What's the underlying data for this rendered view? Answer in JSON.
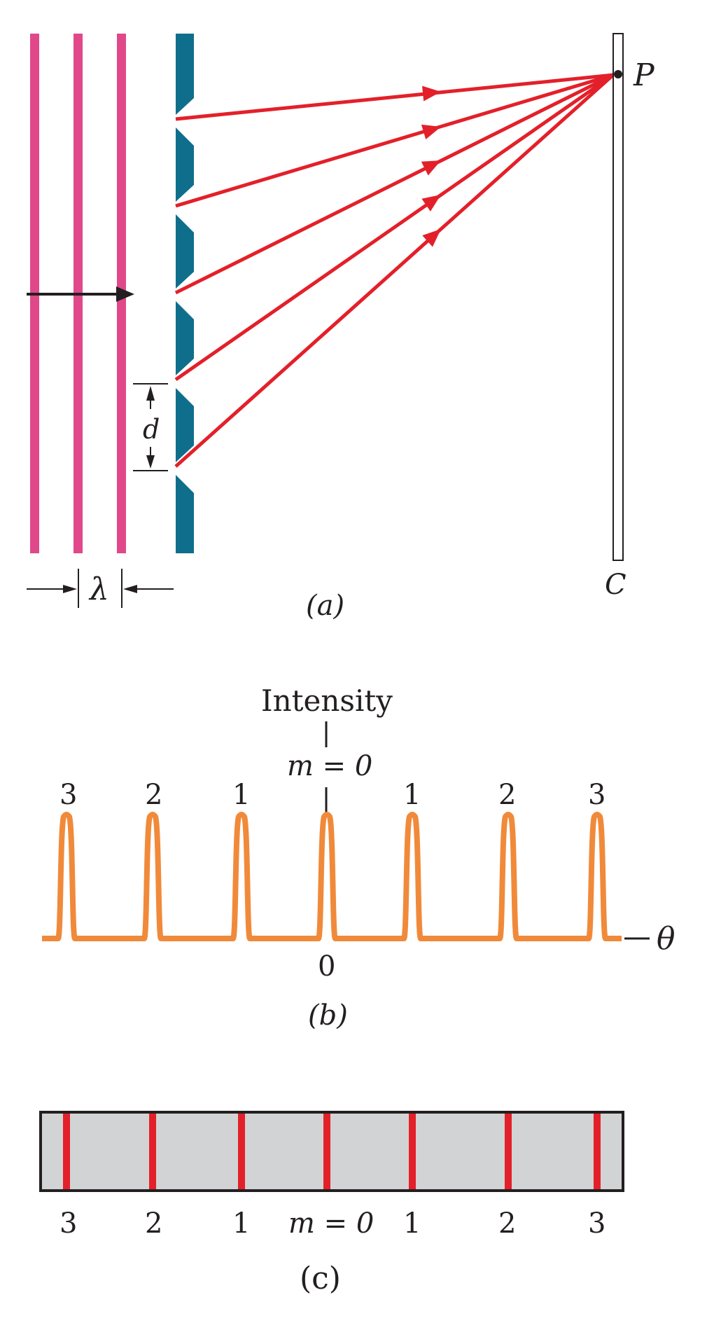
{
  "colors": {
    "wavefront": "#e0488a",
    "grating": "#0f6e8c",
    "ray": "#e3202a",
    "intensity_curve": "#f08a3a",
    "fringe": "#e3202a",
    "screen_strip": "#d1d3d4",
    "ink": "#231f20"
  },
  "panel_a": {
    "label": "(a)",
    "point_label": "P",
    "screen_label": "C",
    "spacing_label": "d",
    "wavelength_label": "λ",
    "wavefront_count": 3,
    "ray_count": 5
  },
  "panel_b": {
    "label": "(b)",
    "y_axis_label": "Intensity",
    "x_axis_label": "θ",
    "origin_label": "0",
    "central_order_label": "m = 0",
    "order_labels": [
      "3",
      "2",
      "1",
      "1",
      "2",
      "3"
    ]
  },
  "panel_c": {
    "label": "(c)",
    "order_labels": [
      "3",
      "2",
      "1",
      "m = 0",
      "1",
      "2",
      "3"
    ]
  },
  "chart_data": {
    "type": "line",
    "x_axis": "θ",
    "y_axis": "Intensity",
    "peaks": [
      {
        "order": -3,
        "label": "3"
      },
      {
        "order": -2,
        "label": "2"
      },
      {
        "order": -1,
        "label": "1"
      },
      {
        "order": 0,
        "label": "m = 0"
      },
      {
        "order": 1,
        "label": "1"
      },
      {
        "order": 2,
        "label": "2"
      },
      {
        "order": 3,
        "label": "3"
      }
    ]
  }
}
